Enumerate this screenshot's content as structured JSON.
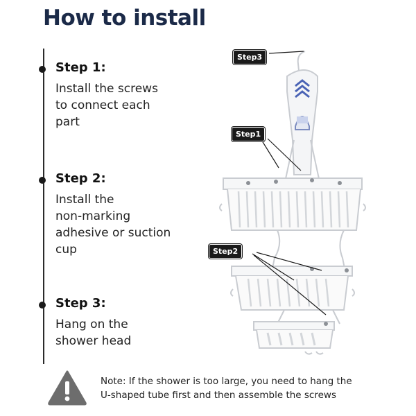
{
  "title": "How to install",
  "steps": [
    {
      "heading": "Step 1:",
      "text": "Install the screws\nto connect each\npart"
    },
    {
      "heading": "Step 2:",
      "text": "Install the\nnon-marking\nadhesive or suction\ncup"
    },
    {
      "heading": "Step 3:",
      "text": "Hang on the\nshower head"
    }
  ],
  "callouts": {
    "step3": "Step3",
    "step1": "Step1",
    "step2": "Step2"
  },
  "note": "Note: If the shower is too large, you need to hang the\nU-shaped tube first and then assemble the screws",
  "colors": {
    "title": "#1b2a48",
    "warning": "#6d6d6d"
  }
}
